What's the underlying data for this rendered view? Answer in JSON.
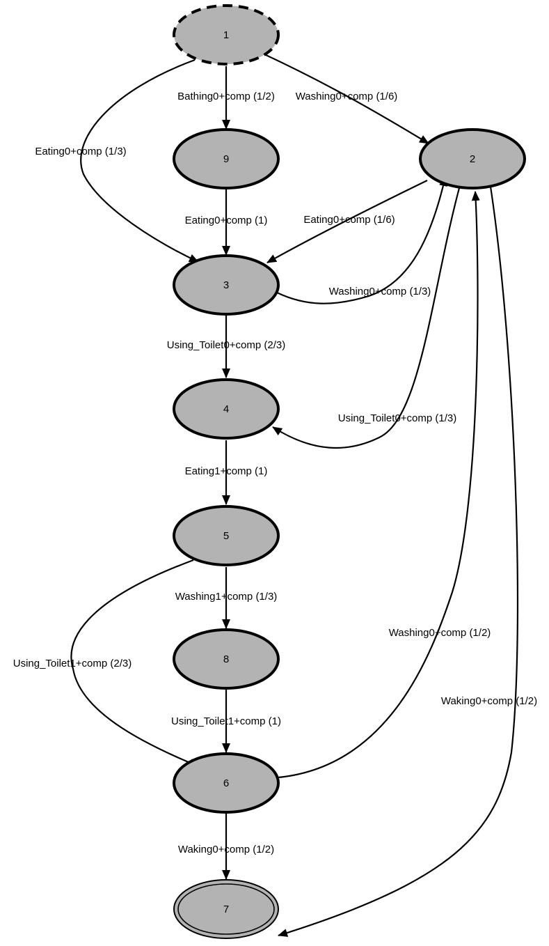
{
  "colors": {
    "node_fill": "#b3b3b3",
    "stroke": "#000000",
    "background": "#ffffff"
  },
  "nodes": [
    {
      "id": "1",
      "label": "1",
      "kind": "start"
    },
    {
      "id": "9",
      "label": "9",
      "kind": "normal"
    },
    {
      "id": "2",
      "label": "2",
      "kind": "normal"
    },
    {
      "id": "3",
      "label": "3",
      "kind": "normal"
    },
    {
      "id": "4",
      "label": "4",
      "kind": "normal"
    },
    {
      "id": "5",
      "label": "5",
      "kind": "normal"
    },
    {
      "id": "8",
      "label": "8",
      "kind": "normal"
    },
    {
      "id": "6",
      "label": "6",
      "kind": "normal"
    },
    {
      "id": "7",
      "label": "7",
      "kind": "final"
    }
  ],
  "edges": [
    {
      "from": "1",
      "to": "9",
      "label": "Bathing0+comp (1/2)"
    },
    {
      "from": "1",
      "to": "2",
      "label": "Washing0+comp (1/6)"
    },
    {
      "from": "1",
      "to": "3",
      "label": "Eating0+comp (1/3)"
    },
    {
      "from": "9",
      "to": "3",
      "label": "Eating0+comp (1)"
    },
    {
      "from": "2",
      "to": "3",
      "label": "Eating0+comp (1/6)"
    },
    {
      "from": "3",
      "to": "2",
      "label": "Washing0+comp (1/3)"
    },
    {
      "from": "3",
      "to": "4",
      "label": "Using_Toilet0+comp (2/3)"
    },
    {
      "from": "2",
      "to": "4",
      "label": "Using_Toilet0+comp (1/3)"
    },
    {
      "from": "4",
      "to": "5",
      "label": "Eating1+comp (1)"
    },
    {
      "from": "5",
      "to": "8",
      "label": "Washing1+comp (1/3)"
    },
    {
      "from": "5",
      "to": "6",
      "label": "Using_Toilet1+comp (2/3)"
    },
    {
      "from": "8",
      "to": "6",
      "label": "Using_Toilet1+comp (1)"
    },
    {
      "from": "6",
      "to": "2",
      "label": "Washing0+comp (1/2)"
    },
    {
      "from": "2",
      "to": "7",
      "label": "Waking0+comp (1/2)"
    },
    {
      "from": "6",
      "to": "7",
      "label": "Waking0+comp (1/2)"
    }
  ]
}
